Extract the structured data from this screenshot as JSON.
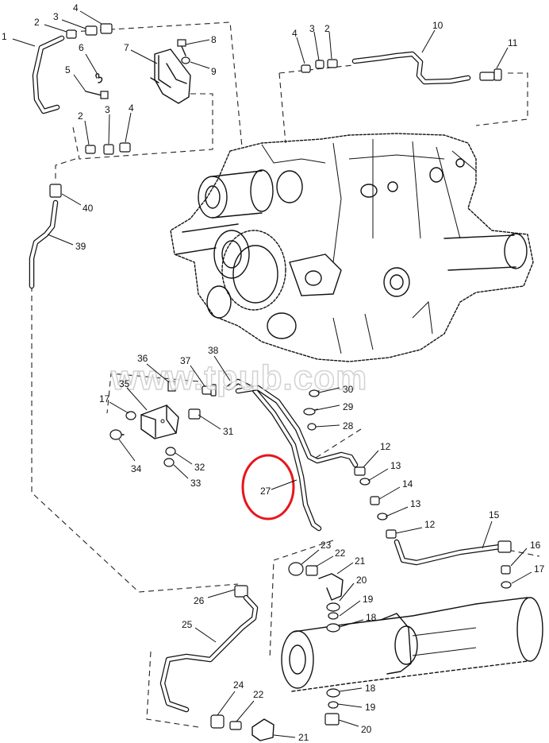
{
  "watermark": "www.tpub.com",
  "highlight_color": "#e8141b",
  "callouts": [
    {
      "id": "c1",
      "text": "1"
    },
    {
      "id": "c2a",
      "text": "2"
    },
    {
      "id": "c3a",
      "text": "3"
    },
    {
      "id": "c4a",
      "text": "4"
    },
    {
      "id": "c5",
      "text": "5"
    },
    {
      "id": "c6",
      "text": "6"
    },
    {
      "id": "c7",
      "text": "7"
    },
    {
      "id": "c8",
      "text": "8"
    },
    {
      "id": "c9",
      "text": "9"
    },
    {
      "id": "c2b",
      "text": "2"
    },
    {
      "id": "c3b",
      "text": "3"
    },
    {
      "id": "c4b",
      "text": "4"
    },
    {
      "id": "c4c",
      "text": "4"
    },
    {
      "id": "c3c",
      "text": "3"
    },
    {
      "id": "c2c",
      "text": "2"
    },
    {
      "id": "c10",
      "text": "10"
    },
    {
      "id": "c11",
      "text": "11"
    },
    {
      "id": "c40",
      "text": "40"
    },
    {
      "id": "c39",
      "text": "39"
    },
    {
      "id": "c36",
      "text": "36"
    },
    {
      "id": "c37",
      "text": "37"
    },
    {
      "id": "c38",
      "text": "38"
    },
    {
      "id": "c35",
      "text": "35"
    },
    {
      "id": "c17a",
      "text": "17"
    },
    {
      "id": "c34",
      "text": "34"
    },
    {
      "id": "c31",
      "text": "31"
    },
    {
      "id": "c32",
      "text": "32"
    },
    {
      "id": "c33",
      "text": "33"
    },
    {
      "id": "c30",
      "text": "30"
    },
    {
      "id": "c29",
      "text": "29"
    },
    {
      "id": "c28",
      "text": "28"
    },
    {
      "id": "c27",
      "text": "27"
    },
    {
      "id": "c12a",
      "text": "12"
    },
    {
      "id": "c13a",
      "text": "13"
    },
    {
      "id": "c14",
      "text": "14"
    },
    {
      "id": "c13b",
      "text": "13"
    },
    {
      "id": "c12b",
      "text": "12"
    },
    {
      "id": "c15",
      "text": "15"
    },
    {
      "id": "c16",
      "text": "16"
    },
    {
      "id": "c17b",
      "text": "17"
    },
    {
      "id": "c23",
      "text": "23"
    },
    {
      "id": "c22a",
      "text": "22"
    },
    {
      "id": "c21a",
      "text": "21"
    },
    {
      "id": "c20a",
      "text": "20"
    },
    {
      "id": "c19a",
      "text": "19"
    },
    {
      "id": "c18a",
      "text": "18"
    },
    {
      "id": "c26",
      "text": "26"
    },
    {
      "id": "c25",
      "text": "25"
    },
    {
      "id": "c18b",
      "text": "18"
    },
    {
      "id": "c19b",
      "text": "19"
    },
    {
      "id": "c20b",
      "text": "20"
    },
    {
      "id": "c24",
      "text": "24"
    },
    {
      "id": "c22b",
      "text": "22"
    },
    {
      "id": "c21b",
      "text": "21"
    }
  ]
}
